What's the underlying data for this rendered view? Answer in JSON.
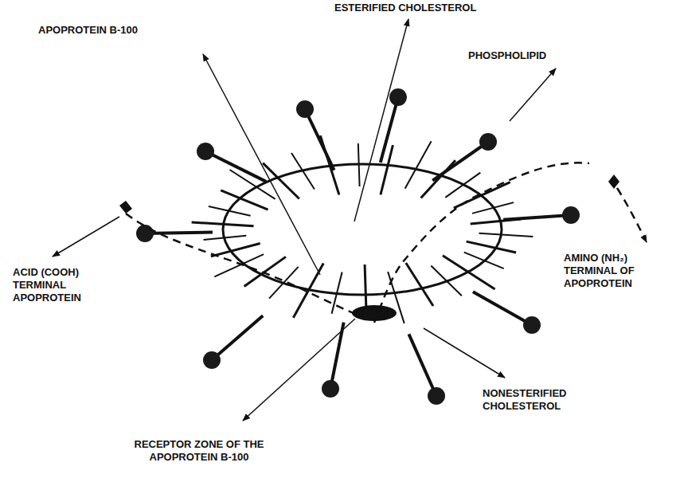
{
  "diagram": {
    "labels": [
      "APOPROTEIN B-100",
      "ESTERIFIED CHOLESTEROL",
      "PHOSPHOLIPID",
      "ACID (COOH) TERMINAL APOPROTEIN",
      "AMINO (NH₂) TERMINAL OF APOPROTEIN",
      "NONESTERIFIED CHOLESTEROL",
      "RECEPTOR ZONE OF THE APOPROTEIN B-100"
    ]
  }
}
